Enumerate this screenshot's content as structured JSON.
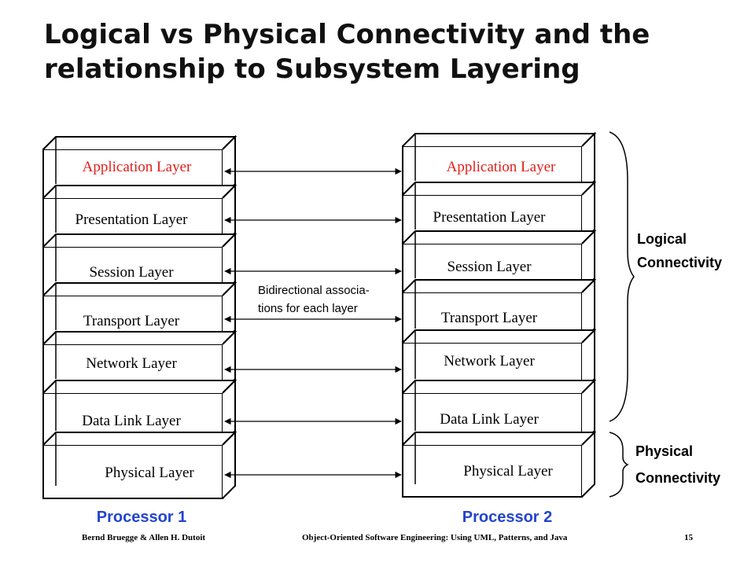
{
  "title": "Logical vs Physical Connectivity and the relationship to Subsystem Layering",
  "colors": {
    "accent_red": "#e0201b",
    "accent_blue": "#2244cc",
    "stroke": "#000000"
  },
  "processors": [
    {
      "name": "Processor 1",
      "layers": [
        "Application Layer",
        "Presentation Layer",
        "Session Layer",
        "Transport Layer",
        "Network Layer",
        "Data Link Layer",
        "Physical Layer"
      ]
    },
    {
      "name": "Processor 2",
      "layers": [
        "Application Layer",
        "Presentation Layer",
        "Session Layer",
        "Transport Layer",
        "Network Layer",
        "Data Link Layer",
        "Physical Layer"
      ]
    }
  ],
  "note": {
    "line1": "Bidirectional associa-",
    "line2": "tions for each layer"
  },
  "braces": {
    "logical": {
      "line1": "Logical",
      "line2": "Connectivity"
    },
    "physical": {
      "line1": "Physical",
      "line2": "Connectivity"
    }
  },
  "footer": {
    "authors": "Bernd Bruegge & Allen H. Dutoit",
    "book": "Object-Oriented Software Engineering: Using UML, Patterns, and Java",
    "page": "15"
  }
}
